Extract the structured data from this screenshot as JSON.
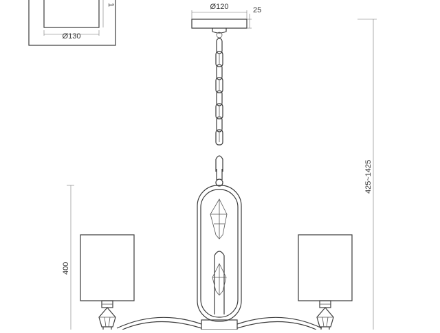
{
  "drawing": {
    "shade_detail": {
      "diameter_label": "Ø130",
      "height_label_partial": "1"
    },
    "canopy": {
      "diameter_label": "Ø120",
      "height_label": "25"
    },
    "overall_height_label": "425~1425",
    "shade_height_label": "400"
  },
  "colors": {
    "line": "#3a3a3a",
    "dimension": "#777777",
    "background": "#ffffff"
  }
}
